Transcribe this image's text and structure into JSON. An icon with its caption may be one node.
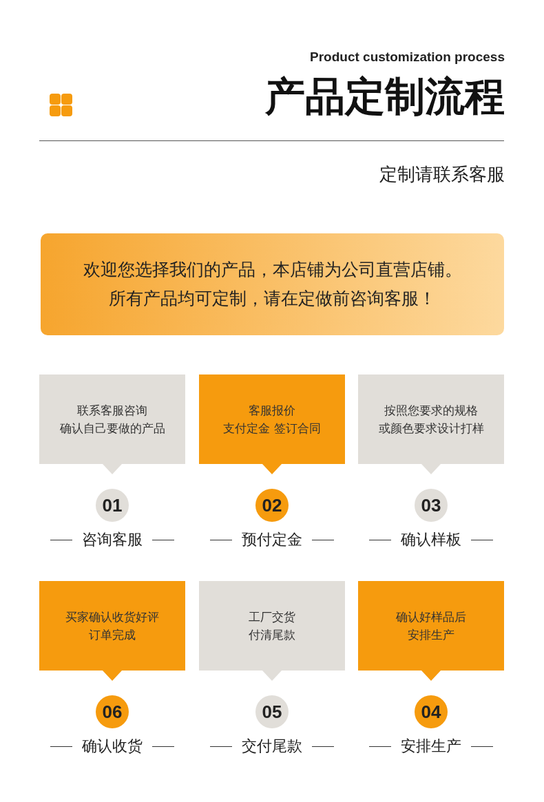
{
  "diagram": {
    "title": "产品定制流程",
    "nodes": [
      {
        "text": [
          "欢迎您选择我们的产品，本店铺为公司直营店铺。所有产品均可定制，请在定做前咨询客服！"
        ]
      },
      {
        "text": [
          "联系客服咨询确认自己要做的产品"
        ]
      },
      {
        "text": [
          "01"
        ],
        "beside": [
          "咨询客服"
        ]
      },
      {
        "text": [
          "客服报价支付定金 签订合同"
        ]
      },
      {
        "text": [
          "02"
        ],
        "beside": [
          "预付定金"
        ]
      },
      {
        "text": [
          "按照您要求的规格或颜色要求设计打样"
        ]
      },
      {
        "text": [
          "03"
        ],
        "beside": [
          "确认样板"
        ]
      },
      {
        "text": [
          "买家确认收货好评订单完成"
        ]
      },
      {
        "text": [
          "06"
        ],
        "beside": [
          "确认收货"
        ]
      },
      {
        "text": [
          "工厂交货付清尾款"
        ]
      },
      {
        "text": [
          "05"
        ],
        "beside": [
          "交付尾款"
        ]
      },
      {
        "text": [
          "确认好样品后安排生产"
        ]
      },
      {
        "text": [
          "04"
        ],
        "beside": [
          "安排生产"
        ]
      }
    ],
    "labels": [
      "Product customization process",
      "定制请联系客服"
    ]
  }
}
